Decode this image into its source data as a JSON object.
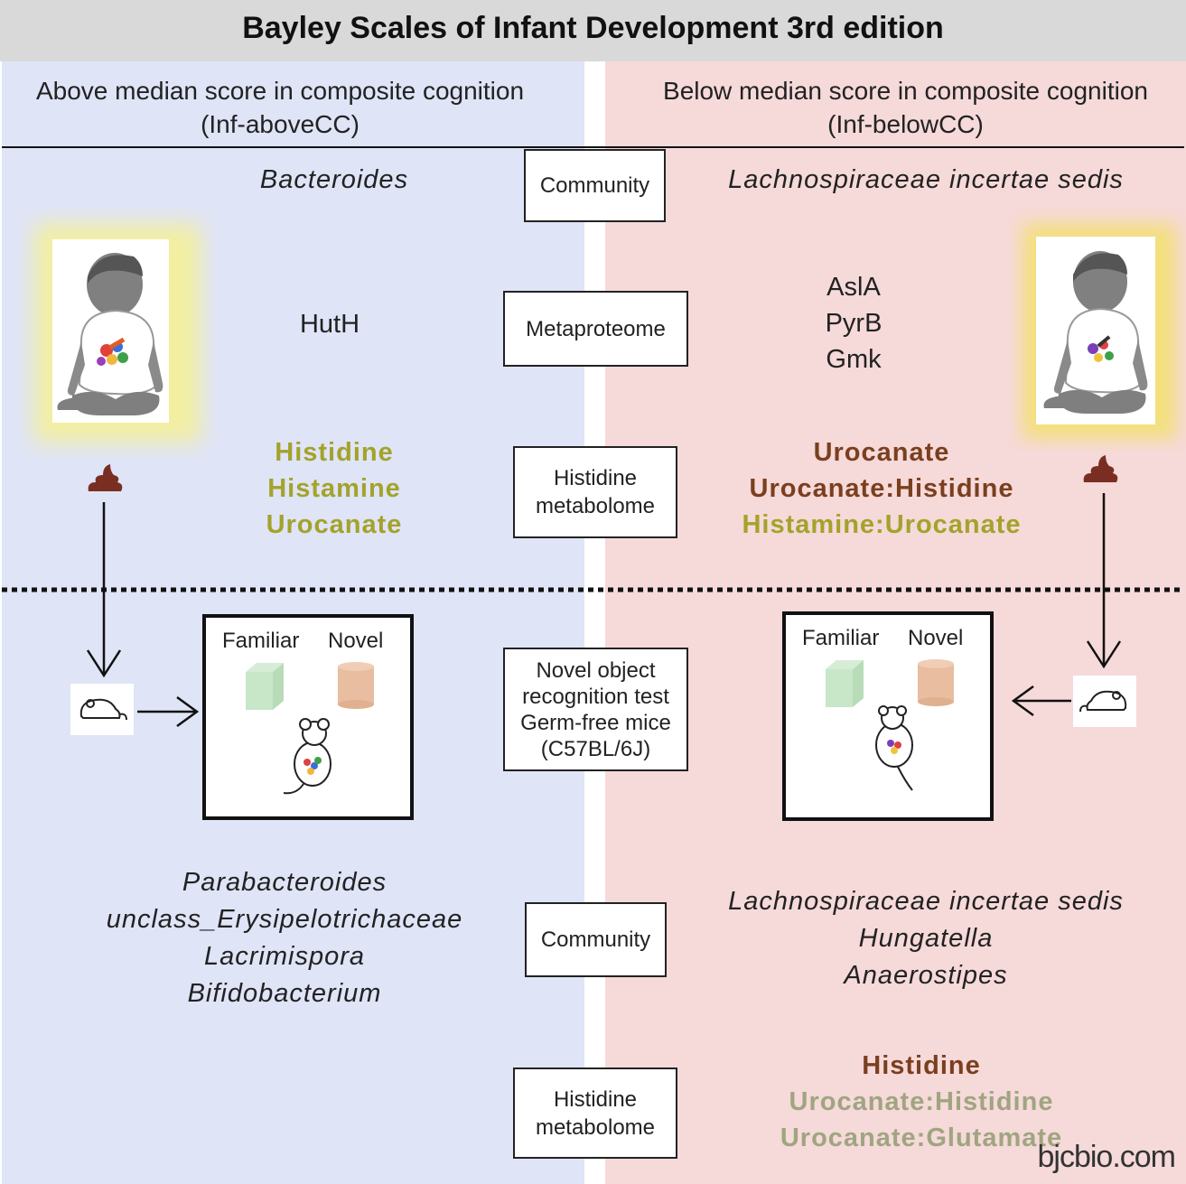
{
  "title": "Bayley Scales of Infant Development 3rd edition",
  "left_header": [
    "Above median score in composite cognition",
    "(Inf-aboveCC)"
  ],
  "right_header": [
    "Below median score in composite cognition",
    "(Inf-belowCC)"
  ],
  "center_boxes": {
    "community_top": "Community",
    "metaproteome": "Metaproteome",
    "metabolome_top": [
      "Histidine",
      "metabolome"
    ],
    "nor_test": [
      "Novel object",
      "recognition test",
      "Germ-free mice",
      "(C57BL/6J)"
    ],
    "community_bottom": "Community",
    "metabolome_bottom": [
      "Histidine",
      "metabolome"
    ]
  },
  "left": {
    "community_top": "Bacteroides",
    "metaproteome": "HutH",
    "metabolome": [
      "Histidine",
      "Histamine",
      "Urocanate"
    ],
    "community_bottom": [
      "Parabacteroides",
      "unclass_Erysipelotrichaceae",
      "Lacrimispora",
      "Bifidobacterium"
    ],
    "arena_labels": [
      "Familiar",
      "Novel"
    ]
  },
  "right": {
    "community_top": "Lachnospiraceae incertae sedis",
    "metaproteome": [
      "AslA",
      "PyrB",
      "Gmk"
    ],
    "metabolome": [
      "Urocanate",
      "Urocanate:Histidine",
      "Histamine:Urocanate"
    ],
    "community_bottom": [
      "Lachnospiraceae incertae sedis",
      "Hungatella",
      "Anaerostipes"
    ],
    "metabolome_bottom": [
      "Histidine",
      "Urocanate:Histidine",
      "Urocanate:Glutamate"
    ],
    "arena_labels": [
      "Familiar",
      "Novel"
    ]
  },
  "colors": {
    "left_panel": "#dfe4f7",
    "right_panel": "#f6d9d9",
    "title_bar": "#d9d9d9",
    "olive_metabolite": "#a3a32b",
    "brown_metabolite": "#7a3f1f",
    "pale_metabolite": "#9fa580",
    "glow": "#f3efa0"
  },
  "icons": [
    "infant-icon",
    "stool-icon",
    "mouse-icon",
    "arrow-icon",
    "cube-icon",
    "cylinder-icon"
  ],
  "watermark": "bjcbio.com"
}
